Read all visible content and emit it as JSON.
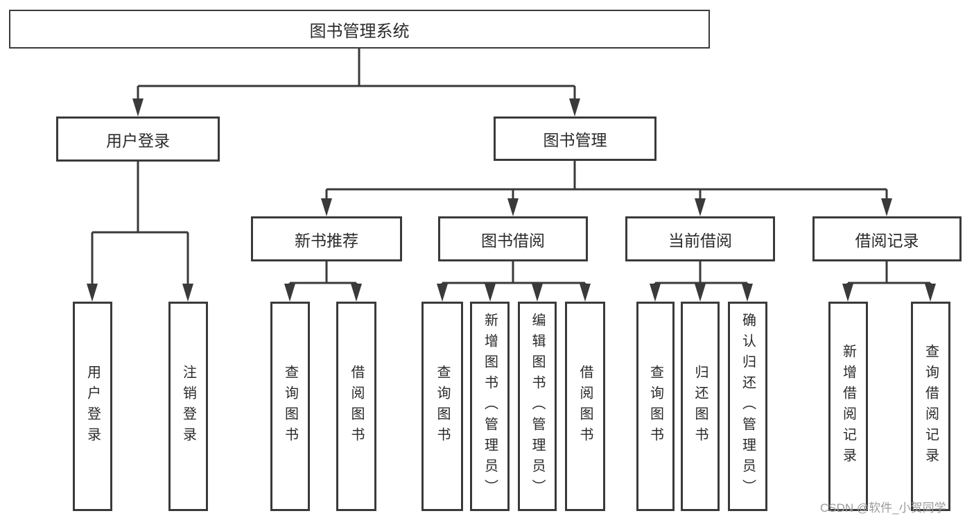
{
  "diagram": {
    "title": "图书管理系统",
    "colors": {
      "background": "#ffffff",
      "box_border": "#3a3a3a",
      "connector_line": "#3a3a3a",
      "text": "#2a2a2a",
      "watermark_text": "#9b9b9b"
    },
    "tree": {
      "root": {
        "label": "图书管理系统",
        "children": [
          {
            "label": "用户登录",
            "children": [
              {
                "label": "用户登录"
              },
              {
                "label": "注销登录"
              }
            ]
          },
          {
            "label": "图书管理",
            "children": [
              {
                "label": "新书推荐",
                "children": [
                  {
                    "label": "查询图书"
                  },
                  {
                    "label": "借阅图书"
                  }
                ]
              },
              {
                "label": "图书借阅",
                "children": [
                  {
                    "label": "查询图书"
                  },
                  {
                    "label": "新增图书（管理员）"
                  },
                  {
                    "label": "编辑图书（管理员）"
                  },
                  {
                    "label": "借阅图书"
                  }
                ]
              },
              {
                "label": "当前借阅",
                "children": [
                  {
                    "label": "查询图书"
                  },
                  {
                    "label": "归还图书"
                  },
                  {
                    "label": "确认归还（管理员）"
                  }
                ]
              },
              {
                "label": "借阅记录",
                "children": [
                  {
                    "label": "新增借阅记录"
                  },
                  {
                    "label": "查询借阅记录"
                  }
                ]
              }
            ]
          }
        ]
      }
    },
    "watermark": "CSDN @软件_小贺同学"
  }
}
